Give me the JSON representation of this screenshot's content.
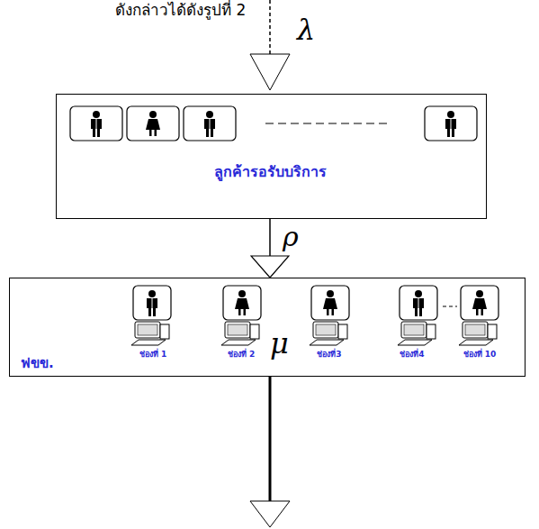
{
  "diagram": {
    "nodes": [
      {
        "text": [
          "ลูกค้ารอรับบริการ"
        ]
      },
      {
        "text": [
          "ฟขข."
        ]
      }
    ],
    "edges": [
      {
        "from": 0,
        "to": 1,
        "arrow": "to",
        "label": "ρ"
      }
    ],
    "labels": [
      "ดังกล่าวได้ดังรูปที่ 2",
      "λ",
      "μ",
      "ช่องที่ 1",
      "ช่องที่ 2",
      "ช่องที่3",
      "ช่องที่4",
      "ช่องที่ 10"
    ]
  }
}
